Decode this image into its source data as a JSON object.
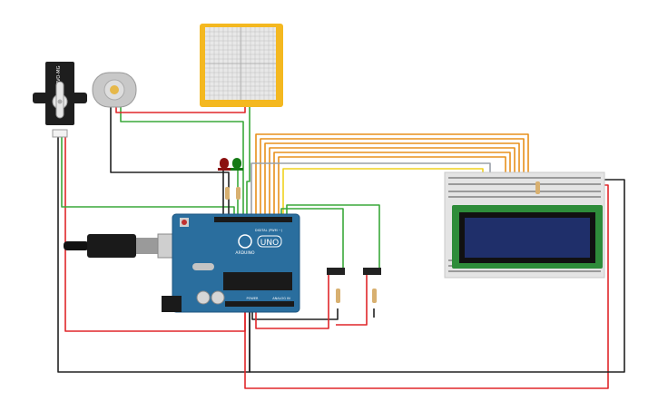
{
  "servo": {
    "label": "SERVO-MG"
  },
  "arduino": {
    "brand": "ARDUINO",
    "model": "UNO",
    "digital_label": "DIGITAL (PWM ~)",
    "power_label": "POWER",
    "analog_label": "ANALOG IN"
  },
  "colors": {
    "red": "#e0262a",
    "green": "#3aa83a",
    "black": "#222222",
    "orange": "#e8901c",
    "yellow": "#f0d21e",
    "gray": "#9aa0a8",
    "board": "#2a6e9e",
    "lcd": "#1f2f6a"
  }
}
